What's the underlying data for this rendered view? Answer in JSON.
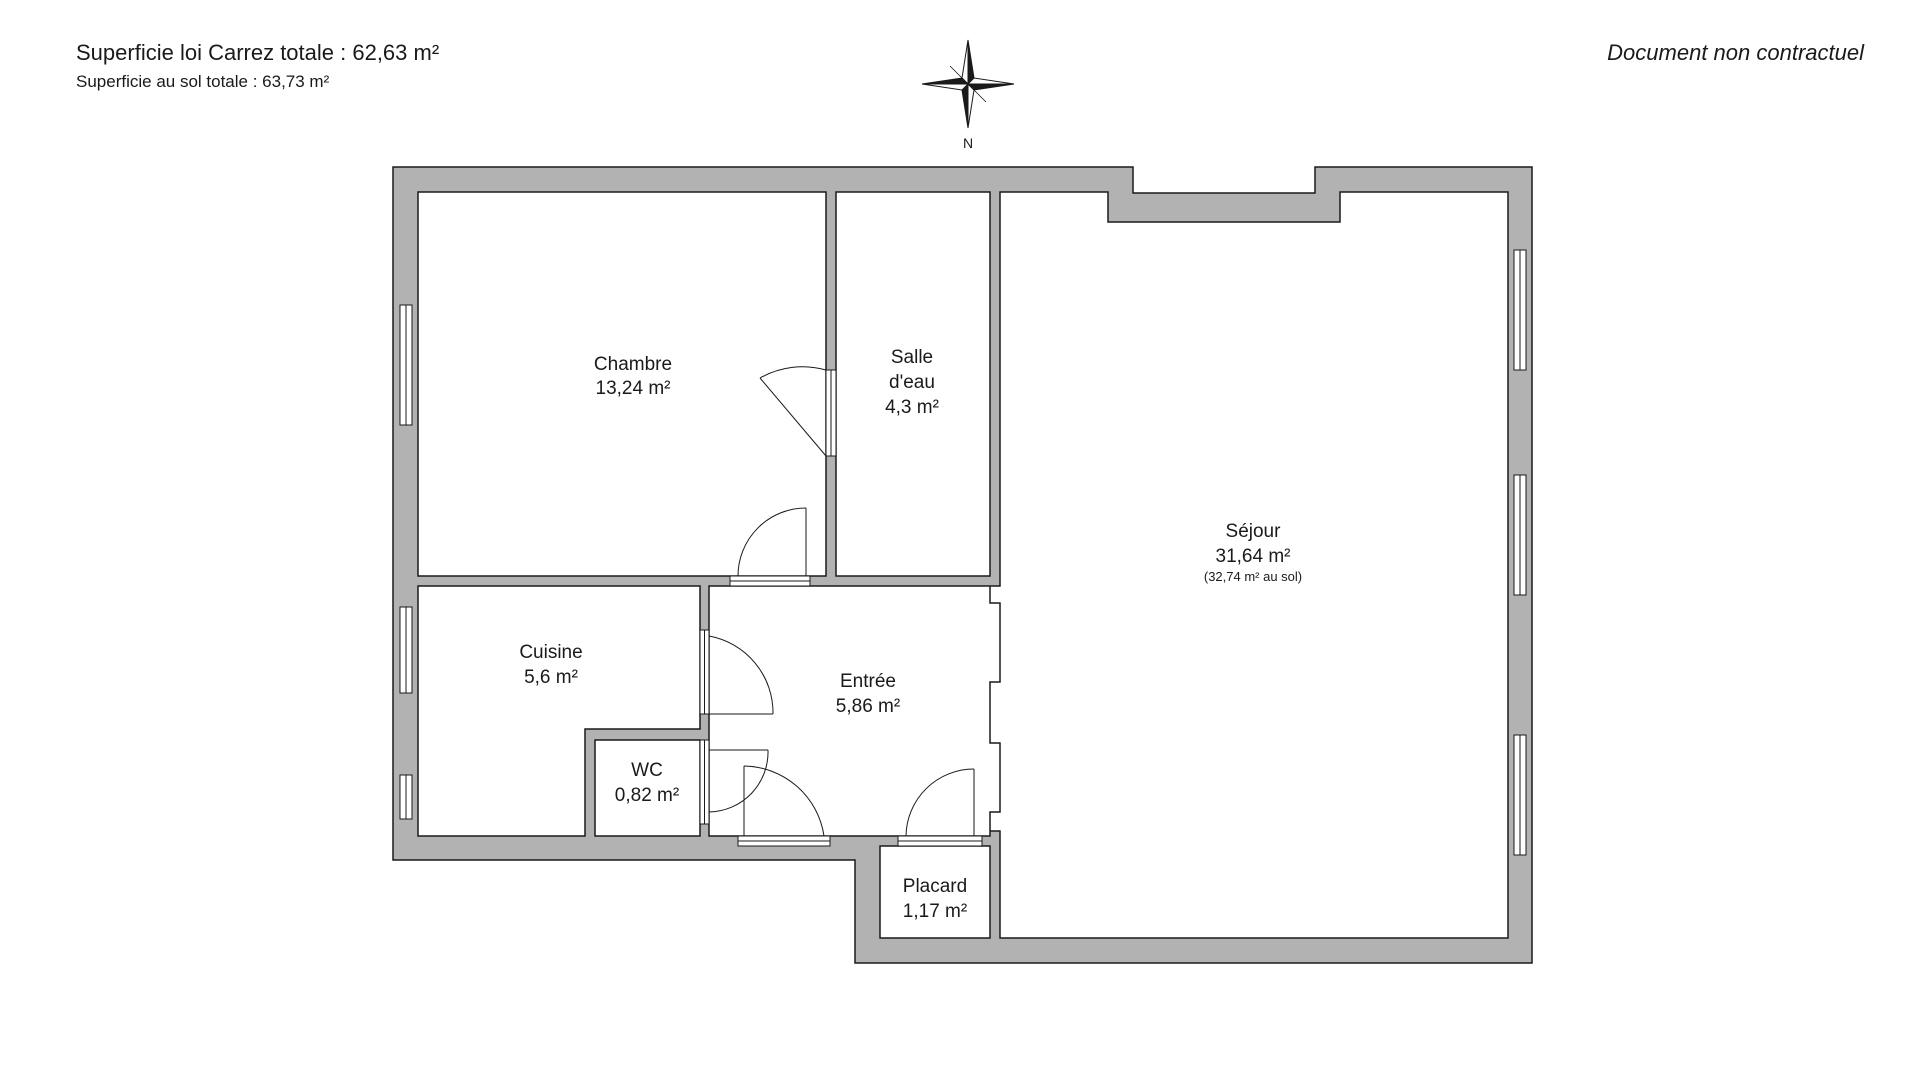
{
  "header": {
    "total_carrez": "Superficie loi Carrez totale :  62,63 m²",
    "total_floor": "Superficie au sol totale :  63,73 m²",
    "disclaimer": "Document non contractuel"
  },
  "compass": {
    "label": "N"
  },
  "rooms": {
    "chambre": {
      "name": "Chambre",
      "area": "13,24 m²"
    },
    "salle_eau": {
      "name_line1": "Salle",
      "name_line2": "d'eau",
      "area": "4,3 m²"
    },
    "sejour": {
      "name": "Séjour",
      "area": "31,64 m²",
      "note": "(32,74 m² au sol)"
    },
    "cuisine": {
      "name": "Cuisine",
      "area": "5,6 m²"
    },
    "entree": {
      "name": "Entrée",
      "area": "5,86 m²"
    },
    "wc": {
      "name": "WC",
      "area": "0,82 m²"
    },
    "placard": {
      "name": "Placard",
      "area": "1,17 m²"
    }
  },
  "colors": {
    "wall": "#b2b2b2",
    "line": "#1a1a1a",
    "background": "#ffffff"
  }
}
